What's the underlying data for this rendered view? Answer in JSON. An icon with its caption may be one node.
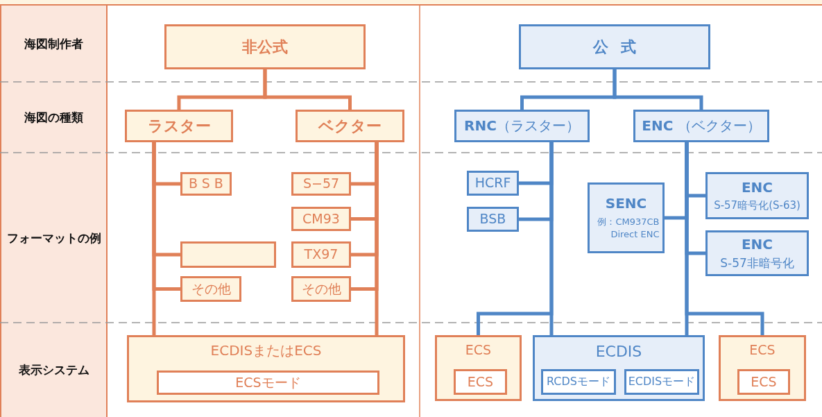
{
  "diagram": {
    "nodes": [
      {
        "text": [
          "非公式"
        ]
      },
      {
        "text": [
          "ラスター"
        ]
      },
      {
        "text": [
          "ベクター"
        ]
      },
      {
        "text": [
          "公式"
        ]
      },
      {
        "text": [
          "**RNC**（ラスター）"
        ]
      },
      {
        "text": [
          "**ENC** （ベクター）"
        ]
      },
      {
        "text": [
          "BSB"
        ]
      },
      {
        "text": [],
        "shape": "box"
      },
      {
        "text": [
          "その他"
        ]
      },
      {
        "text": [
          "S−57"
        ]
      },
      {
        "text": [
          "CM93"
        ]
      },
      {
        "text": [
          "TX97"
        ]
      },
      {
        "text": [
          "その他"
        ]
      },
      {
        "text": [
          "HCRF"
        ]
      },
      {
        "text": [
          "BSB"
        ]
      },
      {
        "text": [
          "SENC",
          "例：CM937CB Direct ENC"
        ]
      },
      {
        "text": [
          "ENC",
          "S-57暗号化(S-63)"
        ]
      },
      {
        "text": [
          "ENC",
          "S-57非暗号化"
        ]
      },
      {
        "text": [
          "ECDISまたはECS"
        ]
      },
      {
        "text": [
          "ECSモード"
        ],
        "in": 18
      },
      {
        "text": [
          "ECS"
        ]
      },
      {
        "text": [
          "ECS"
        ],
        "in": 20
      },
      {
        "text": [
          "ECDIS"
        ]
      },
      {
        "text": [
          "RCDSモード"
        ],
        "in": 22
      },
      {
        "text": [
          "ECDISモード"
        ],
        "in": 22
      },
      {
        "text": [
          "ECS"
        ]
      },
      {
        "text": [
          "ECS"
        ],
        "in": 25
      }
    ],
    "edges": [
      {
        "from": 0,
        "to": 1,
        "arrow": "none"
      },
      {
        "from": 0,
        "to": 2,
        "arrow": "none"
      },
      {
        "from": 1,
        "to": 6,
        "arrow": "none"
      },
      {
        "from": 1,
        "to": 7,
        "arrow": "none"
      },
      {
        "from": 1,
        "to": 8,
        "arrow": "none"
      },
      {
        "from": 1,
        "to": 18,
        "arrow": "none"
      },
      {
        "from": 2,
        "to": 9,
        "arrow": "none"
      },
      {
        "from": 2,
        "to": 10,
        "arrow": "none"
      },
      {
        "from": 2,
        "to": 11,
        "arrow": "none"
      },
      {
        "from": 2,
        "to": 12,
        "arrow": "none"
      },
      {
        "from": 2,
        "to": 18,
        "arrow": "none"
      },
      {
        "from": 3,
        "to": 4,
        "arrow": "none",
        "color": "#4f86c6"
      },
      {
        "from": 3,
        "to": 5,
        "arrow": "none",
        "color": "#4f86c6"
      },
      {
        "from": 4,
        "to": 13,
        "arrow": "none",
        "color": "#4f86c6"
      },
      {
        "from": 4,
        "to": 14,
        "arrow": "none",
        "color": "#4f86c6"
      },
      {
        "from": 4,
        "to": 20,
        "arrow": "none",
        "color": "#4f86c6"
      },
      {
        "from": 4,
        "to": 23,
        "arrow": "none",
        "color": "#4f86c6"
      },
      {
        "from": 5,
        "to": 15,
        "arrow": "none",
        "color": "#4f86c6"
      },
      {
        "from": 5,
        "to": 16,
        "arrow": "none",
        "color": "#4f86c6"
      },
      {
        "from": 5,
        "to": 17,
        "arrow": "none",
        "color": "#4f86c6"
      },
      {
        "from": 5,
        "to": 25,
        "arrow": "none",
        "color": "#4f86c6"
      },
      {
        "from": 5,
        "to": 24,
        "arrow": "none",
        "color": "#4f86c6"
      }
    ],
    "labels": [
      "海図制作者",
      "海図の種類",
      "フォーマットの例",
      "表示システム"
    ]
  }
}
